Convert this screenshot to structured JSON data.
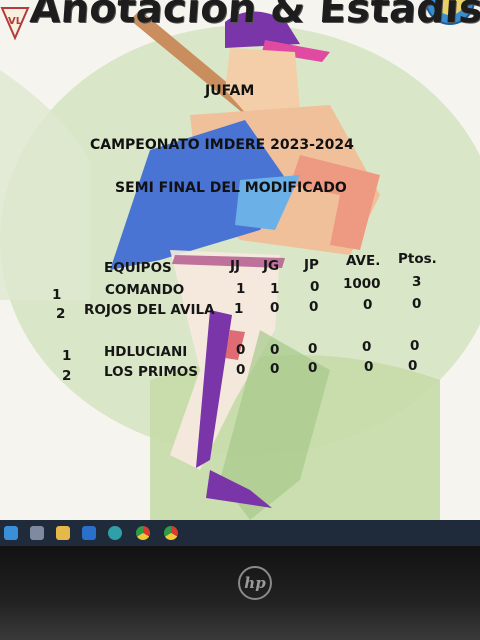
{
  "header": {
    "title": "Anotacion & Estadistica"
  },
  "main": {
    "org": "JUFAM",
    "championship": "CAMPEONATO  IMDERE  2023-2024",
    "stage": "SEMI  FINAL  DEL  MODIFICADO"
  },
  "table": {
    "headers": {
      "team": "EQUIPOS",
      "jj": "JJ",
      "jg": "JG",
      "jp": "JP",
      "ave": "AVE.",
      "pts": "Ptos."
    },
    "group1": [
      {
        "pos": "1",
        "team": "COMANDO",
        "jj": "1",
        "jg": "1",
        "jp": "0",
        "ave": "1000",
        "pts": "3"
      },
      {
        "pos": "2",
        "team": "ROJOS DEL AVILA",
        "jj": "1",
        "jg": "0",
        "jp": "0",
        "ave": "0",
        "pts": "0"
      }
    ],
    "group2": [
      {
        "pos": "1",
        "team": "HDLUCIANI",
        "jj": "0",
        "jg": "0",
        "jp": "0",
        "ave": "0",
        "pts": "0"
      },
      {
        "pos": "2",
        "team": "LOS PRIMOS",
        "jj": "0",
        "jg": "0",
        "jp": "0",
        "ave": "0",
        "pts": "0"
      }
    ]
  },
  "monitor": {
    "brand": "hp"
  },
  "taskbar": {
    "icons": [
      "windows-icon",
      "search-icon",
      "file-explorer-icon",
      "mail-icon",
      "edge-icon",
      "chrome-icon",
      "chrome-icon",
      "chrome-icon"
    ]
  },
  "colors": {
    "background": "#f6f4ee",
    "green_shape": "#cfe0b8",
    "purple": "#7a35a8",
    "blue": "#4a74d4",
    "peach": "#f2c6a0"
  }
}
